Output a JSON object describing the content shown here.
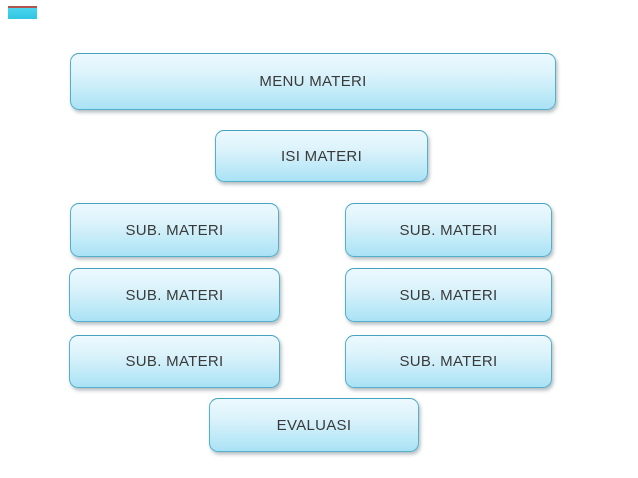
{
  "diagram": {
    "nodes": [
      {
        "id": "menu",
        "label": "MENU MATERI"
      },
      {
        "id": "isi",
        "label": "ISI MATERI"
      },
      {
        "id": "sub1-left",
        "label": "SUB. MATERI"
      },
      {
        "id": "sub1-right",
        "label": "SUB. MATERI"
      },
      {
        "id": "sub2-left",
        "label": "SUB. MATERI"
      },
      {
        "id": "sub2-right",
        "label": "SUB. MATERI"
      },
      {
        "id": "sub3-left",
        "label": "SUB. MATERI"
      },
      {
        "id": "sub3-right",
        "label": "SUB. MATERI"
      },
      {
        "id": "evaluasi",
        "label": "EVALUASI"
      }
    ],
    "colors": {
      "background": "#FFFFFF",
      "node_fill_top": "#ECF9FE",
      "node_fill_bottom": "#A9E2F5",
      "node_border": "#55AFCB",
      "node_text": "#3A3A3A",
      "corner_accent": "#3ACFE9",
      "corner_accent_edge": "#B2554D"
    }
  }
}
